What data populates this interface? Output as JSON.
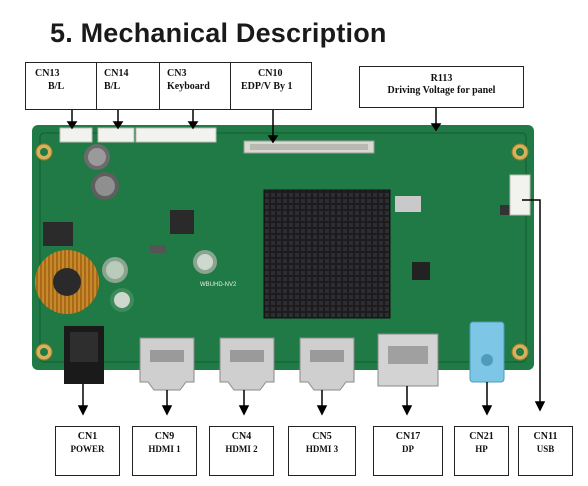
{
  "title": "5. Mechanical Description",
  "top_labels": [
    {
      "id": "cn13",
      "code": "CN13",
      "desc": "B/L"
    },
    {
      "id": "cn14",
      "code": "CN14",
      "desc": "B/L"
    },
    {
      "id": "cn3",
      "code": "CN3",
      "desc": "Keyboard"
    },
    {
      "id": "cn10",
      "code": "CN10",
      "desc": "EDP/V By 1"
    },
    {
      "id": "r113",
      "code": "R113",
      "desc": "Driving Voltage for panel"
    }
  ],
  "bottom_labels": [
    {
      "id": "cn1",
      "code": "CN1",
      "desc": "POWER"
    },
    {
      "id": "cn9",
      "code": "CN9",
      "desc": "HDMI 1"
    },
    {
      "id": "cn4",
      "code": "CN4",
      "desc": "HDMI 2"
    },
    {
      "id": "cn5",
      "code": "CN5",
      "desc": "HDMI 3"
    },
    {
      "id": "cn17",
      "code": "CN17",
      "desc": "DP"
    },
    {
      "id": "cn21",
      "code": "CN21",
      "desc": "HP"
    },
    {
      "id": "cn11",
      "code": "CN11",
      "desc": "USB"
    }
  ],
  "board_silkscreen": "WBUHD-NV2",
  "colors": {
    "pcb": "#1f7a45",
    "pcb_dark": "#145c33",
    "heatsink": "#1c1c1e",
    "arrow": "#000000",
    "hp_jack": "#7ec6e6"
  }
}
